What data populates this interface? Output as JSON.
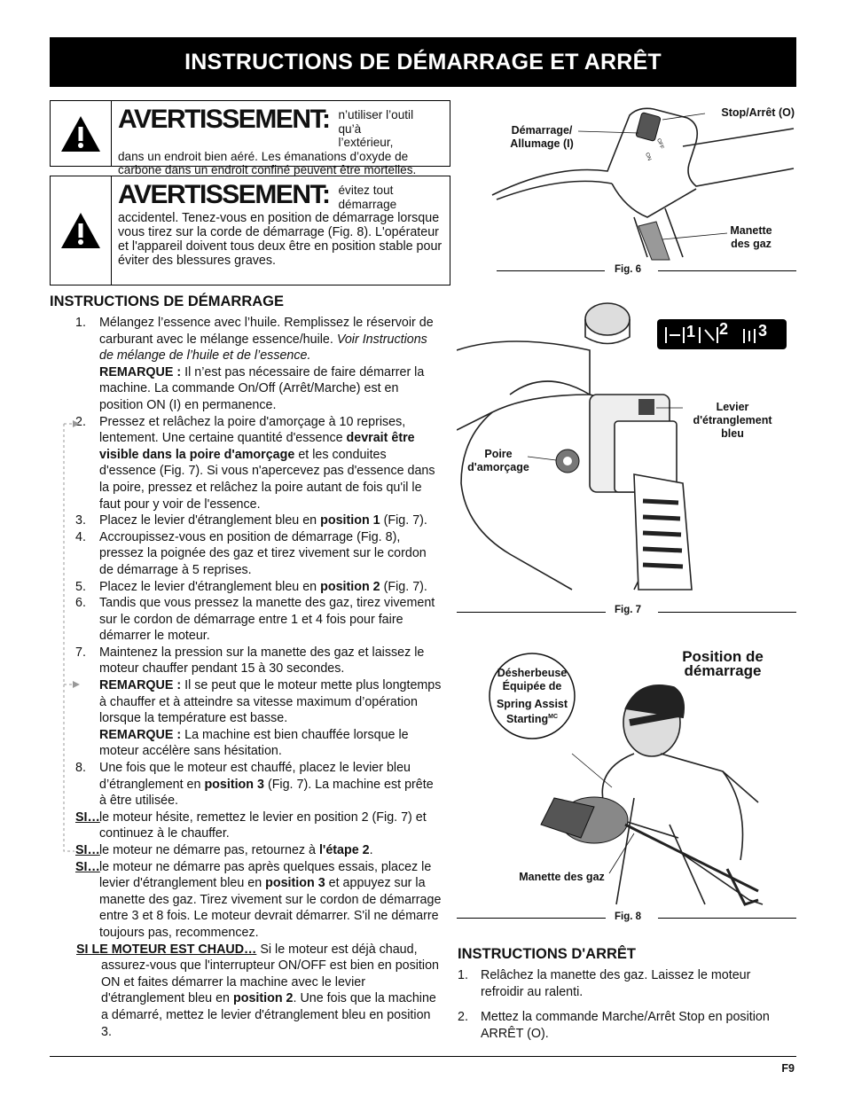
{
  "header": {
    "title": "INSTRUCTIONS DE DÉMARRAGE ET ARRÊT"
  },
  "warnings": [
    {
      "title": "AVERTISSEMENT:",
      "lead": "n’utiliser l’outil qu’à l’extérieur,",
      "rest": "dans un endroit bien aéré. Les émanations d’oxyde de carbone dans un endroit confiné peuvent être mortelles."
    },
    {
      "title": "AVERTISSEMENT:",
      "lead": "évitez tout démarrage",
      "rest": "accidentel. Tenez-vous en position de démarrage lorsque vous tirez sur la corde de démarrage (Fig. 8). L'opérateur et l'appareil doivent tous deux être en position stable pour éviter des blessures graves."
    }
  ],
  "start": {
    "heading": "INSTRUCTIONS DE DÉMARRAGE",
    "s1_n": "1.",
    "s1_a": "Mélangez l’essence avec l’huile. Remplissez le réservoir de carburant avec le mélange essence/huile.",
    "s1_i": "Voir Instructions de mélange de l’huile et de l’essence.",
    "s1_rl": "REMARQUE :",
    "s1_r": "Il n’est pas nécessaire de faire démarrer la machine. La commande On/Off (Arrêt/Marche) est en position ON (I) en permanence.",
    "s2_n": "2.",
    "s2_a": "Pressez et relâchez la poire d'amorçage à 10 reprises, lentement. Une certaine quantité d'essence",
    "s2_b": "devrait être visible dans la poire d'amorçage",
    "s2_c": "et les conduites d'essence (Fig. 7). Si vous n'apercevez pas d'essence dans la poire, pressez et relâchez la poire autant de fois qu'il le faut pour y voir de l'essence.",
    "s3_n": "3.",
    "s3_a": "Placez le levier d'étranglement bleu en",
    "s3_b": "position 1",
    "s3_c": "(Fig. 7).",
    "s4_n": "4.",
    "s4_a": "Accroupissez-vous en position de démarrage (Fig. 8), pressez la poignée des gaz et tirez vivement sur le cordon de démarrage à 5 reprises.",
    "s5_n": "5.",
    "s5_a": "Placez le levier d'étranglement bleu en",
    "s5_b": "position 2",
    "s5_c": "(Fig. 7).",
    "s6_n": "6.",
    "s6_a": "Tandis que vous pressez la manette des gaz, tirez vivement sur le cordon de démarrage entre 1 et 4 fois pour faire démarrer le moteur.",
    "s7_n": "7.",
    "s7_a": "Maintenez la pression sur la manette des gaz et laissez le moteur chauffer pendant 15 à 30 secondes.",
    "s7_r1l": "REMARQUE :",
    "s7_r1": "Il se peut que le moteur mette plus longtemps à chauffer et à atteindre sa vitesse maximum d’opération lorsque la température est basse.",
    "s7_r2l": "REMARQUE :",
    "s7_r2": "La machine est bien chauffée lorsque le moteur accélère sans hésitation.",
    "s8_n": "8.",
    "s8_a": "Une fois que le moteur est chauffé, placez le levier bleu d’étranglement en",
    "s8_b": "position 3",
    "s8_c": "(Fig. 7).  La machine est prête à être utilisée.",
    "si1_l": "SI…",
    "si1": "le moteur hésite, remettez le levier en position 2 (Fig. 7) et continuez à le chauffer.",
    "si2_l": "SI…",
    "si2_a": "le moteur ne démarre pas, retournez à",
    "si2_b": "l'étape 2",
    "si2_c": ".",
    "si3_l": "SI…",
    "si3_a": "le moteur ne démarre pas après quelques essais, placez le levier d'étranglement bleu en",
    "si3_b": "position 3",
    "si3_c": "et appuyez sur la manette des gaz. Tirez vivement sur le cordon de démarrage entre 3 et 8 fois. Le moteur devrait démarrer. S'il ne démarre toujours pas, recommencez.",
    "hot_l": "SI LE MOTEUR EST CHAUD…",
    "hot_a": "Si le moteur est déjà chaud, assurez-vous que l'interrupteur ON/OFF est bien en position ON et faites démarrer la machine avec le levier d'étranglement bleu en",
    "hot_b": "position 2",
    "hot_c": ". Une fois que la machine a démarré, mettez le levier d'étranglement bleu en position 3."
  },
  "fig6": {
    "caption": "Fig. 6",
    "start_label": "Démarrage/ Allumage (I)",
    "stop_label": "Stop/Arrêt (O)",
    "throttle_label": "Manette des gaz",
    "on_text": "ON",
    "off_text": "OFF"
  },
  "fig7": {
    "caption": "Fig. 7",
    "choke_label": "Levier d'étranglement bleu",
    "primer_label": "Poire d'amorçage",
    "pos1": "1",
    "pos2": "2",
    "pos3": "3"
  },
  "fig8": {
    "caption": "Fig. 8",
    "position_label": "Position de démarrage",
    "badge_line1": "Désherbeuse Équipée de",
    "badge_line2": "Spring Assist Starting",
    "badge_sup": "MC",
    "throttle_label": "Manette des gaz"
  },
  "stop": {
    "heading": "INSTRUCTIONS D'ARRÊT",
    "items": [
      {
        "n": "1.",
        "text": "Relâchez la manette des gaz. Laissez le moteur refroidir au ralenti."
      },
      {
        "n": "2.",
        "text": "Mettez la commande Marche/Arrêt Stop en position ARRÊT (O)."
      }
    ]
  },
  "footer": {
    "page": "F9"
  }
}
